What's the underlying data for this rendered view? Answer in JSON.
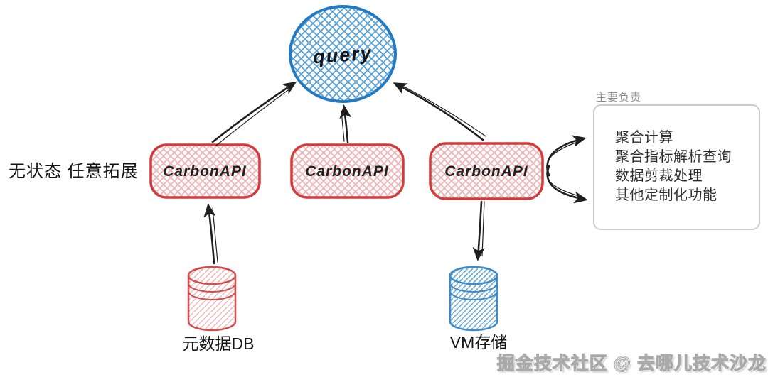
{
  "nodes": {
    "query": "query",
    "api1": "CarbonAPI",
    "api2": "CarbonAPI",
    "api3": "CarbonAPI",
    "metadata_db": "元数据DB",
    "vm_storage": "VM存储"
  },
  "left_note": "无状态 任意拓展",
  "responsibilities": {
    "title": "主要负责",
    "items": [
      "聚合计算",
      "聚合指标解析查询",
      "数据剪裁处理",
      "其他定制化功能"
    ]
  },
  "watermark": "掘金技术社区 @ 去哪儿技术沙龙",
  "colors": {
    "query_blue": "#2279c4",
    "query_hatch_blue": "#5aa0d8",
    "api_red": "#d23b3b",
    "api_hatch_pink": "#efb2b2",
    "cylinder_red": "#d44c4c",
    "cylinder_blue": "#3a8ccc",
    "arrow_black": "#1f1f1f",
    "panel_border_gray": "#cbcbcb",
    "label_gray": "#8f8f8f"
  }
}
